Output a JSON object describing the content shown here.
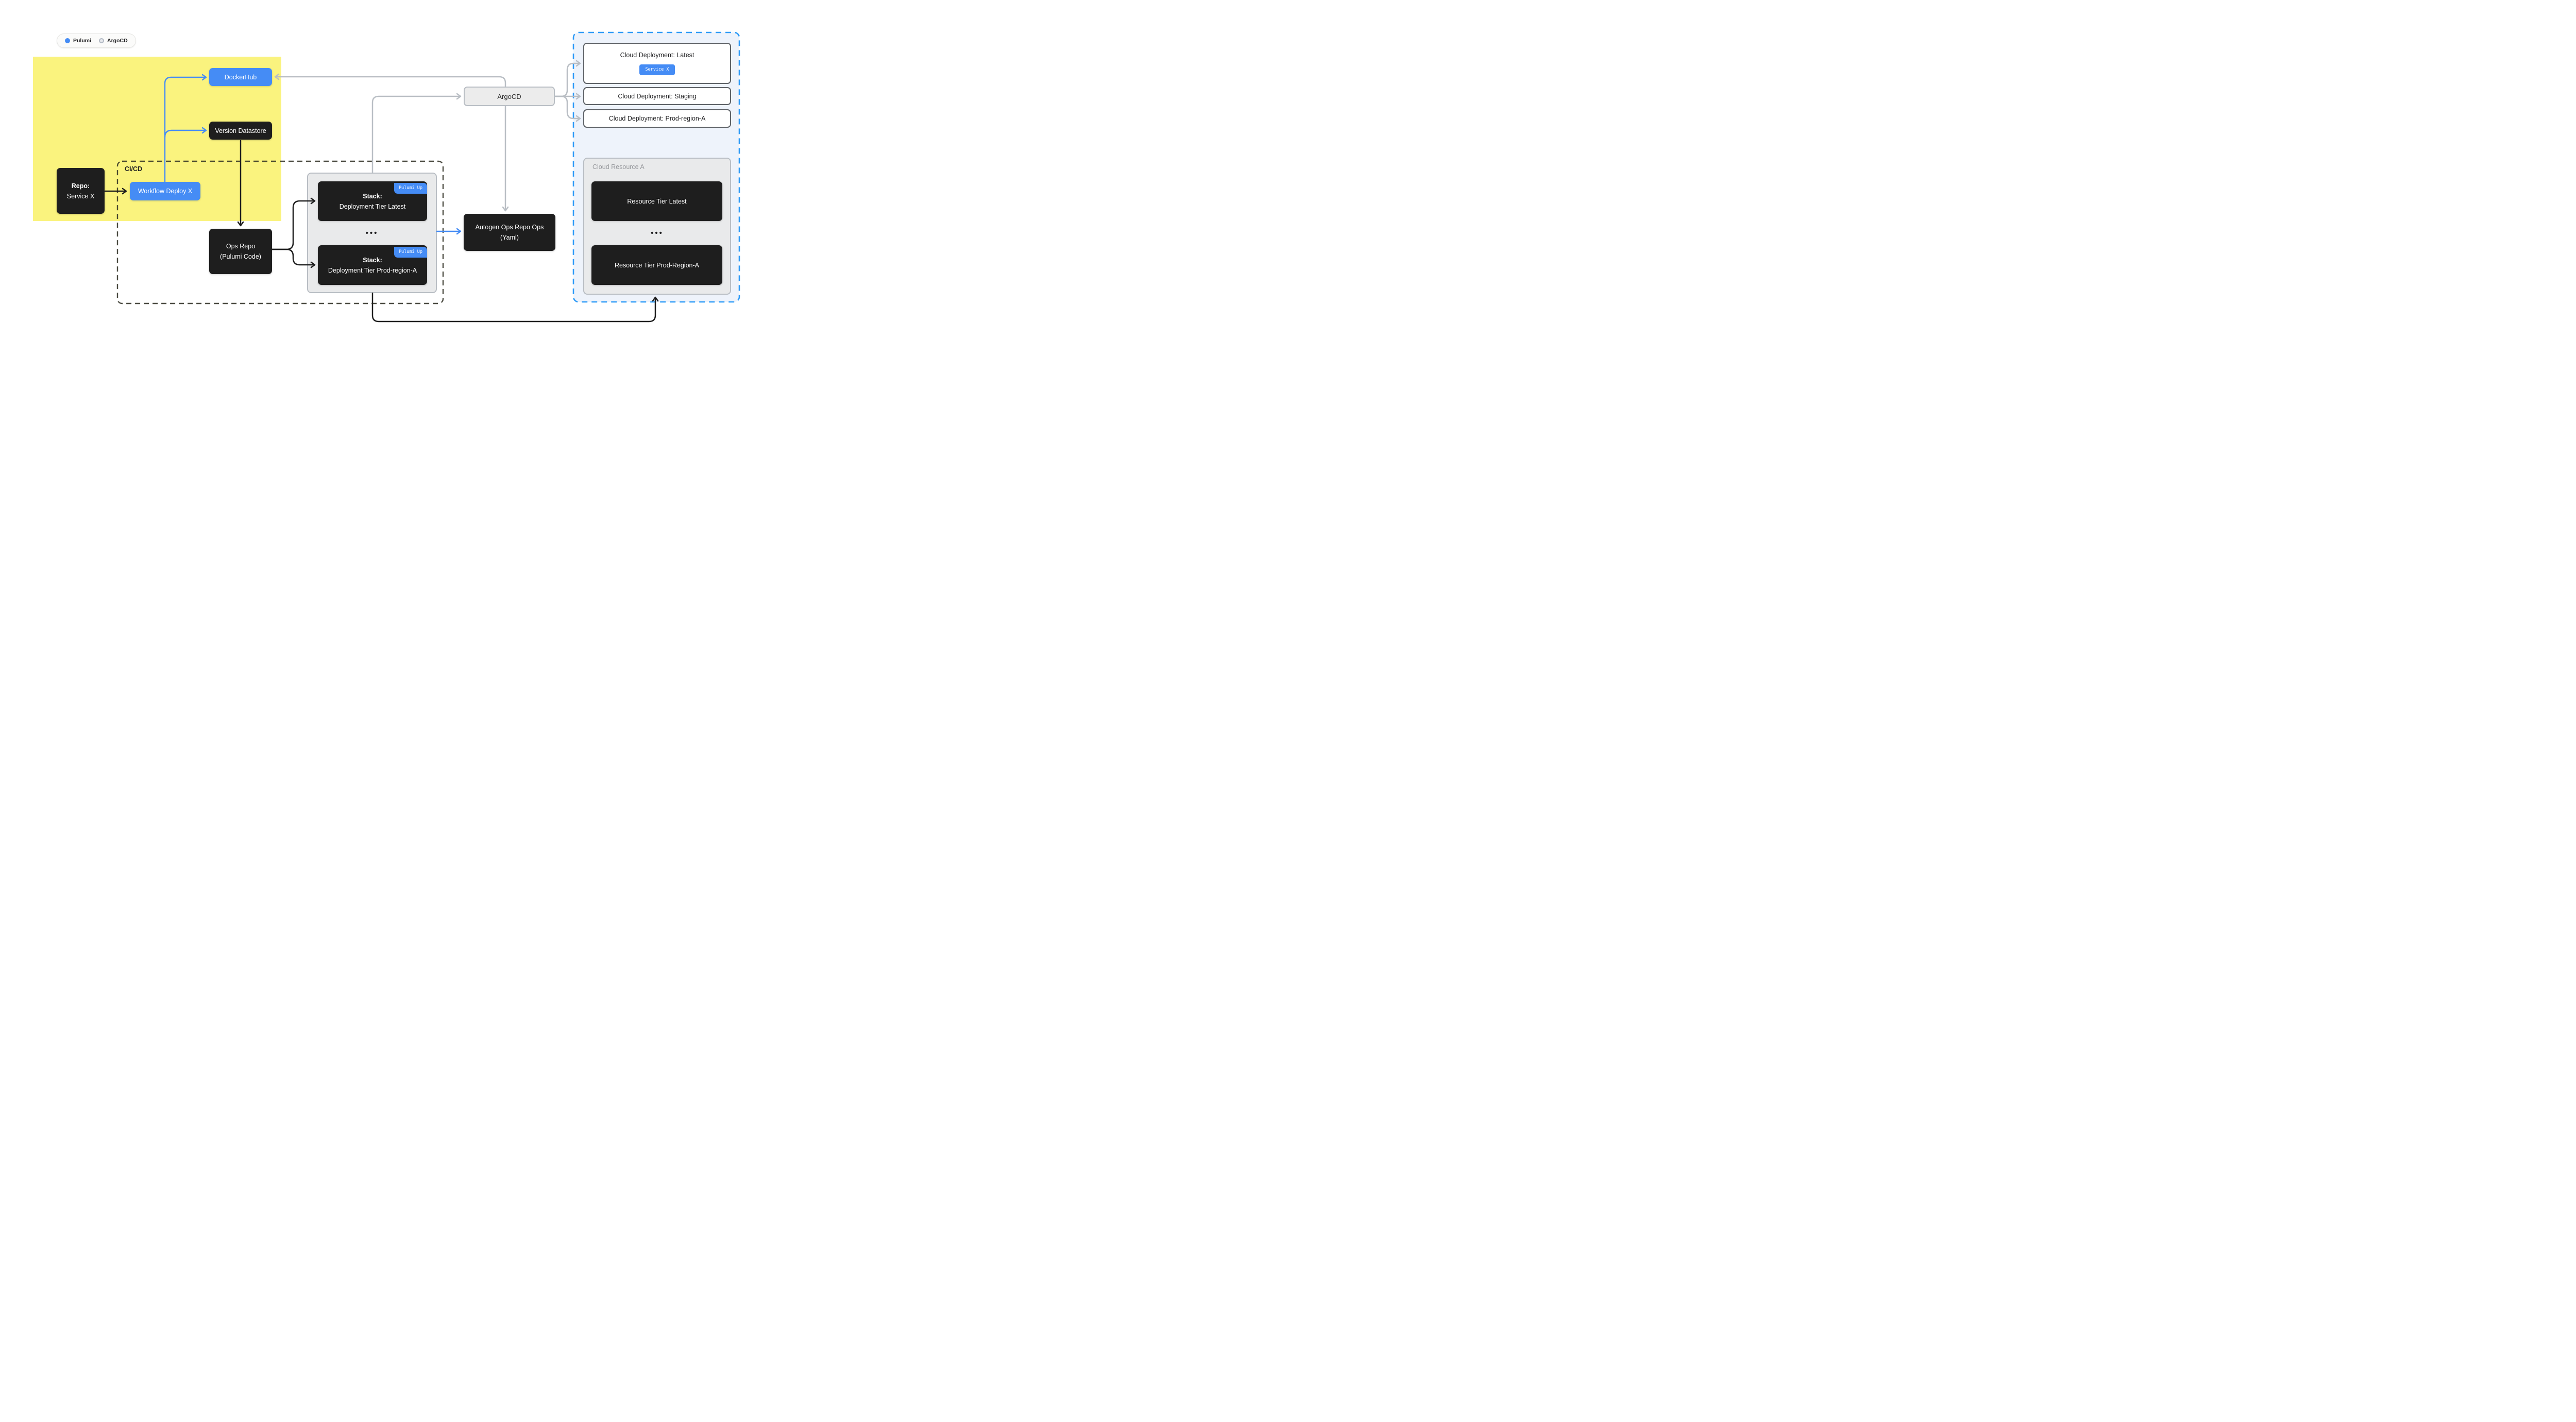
{
  "legend": {
    "options": [
      {
        "label": "Pulumi",
        "selected": true
      },
      {
        "label": "ArgoCD",
        "selected": false
      }
    ]
  },
  "regions": {
    "cicd_label": "CI/CD",
    "cloud_resource_label": "Cloud Resource A"
  },
  "nodes": {
    "repo": {
      "title": "Repo:",
      "subtitle": "Service X"
    },
    "workflow": {
      "label": "Workflow Deploy X"
    },
    "dockerhub": {
      "label": "DockerHub"
    },
    "version_datastore": {
      "label": "Version Datastore"
    },
    "ops_repo": {
      "line1": "Ops Repo",
      "line2": "(Pulumi Code)"
    },
    "stack_latest": {
      "title": "Stack:",
      "subtitle": "Deployment Tier Latest",
      "badge": "Pulumi Up"
    },
    "stack_prod": {
      "title": "Stack:",
      "subtitle": "Deployment Tier Prod-region-A",
      "badge": "Pulumi Up"
    },
    "autogen": {
      "line1": "Autogen Ops Repo Ops",
      "line2": "(Yaml)"
    },
    "argocd": {
      "label": "ArgoCD"
    },
    "cloud_latest": {
      "label": "Cloud Deployment: Latest",
      "badge": "Service X"
    },
    "cloud_staging": {
      "label": "Cloud Deployment: Staging"
    },
    "cloud_prod": {
      "label": "Cloud Deployment: Prod-region-A"
    },
    "resource_latest": {
      "label": "Resource Tier Latest"
    },
    "resource_prod": {
      "label": "Resource Tier Prod-Region-A"
    }
  },
  "ellipsis": "•••",
  "colors": {
    "accent_blue": "#458CF5",
    "node_dark": "#1E1E1E",
    "highlight_yellow": "#FAF37E",
    "panel_border_blue": "#2E9BF7",
    "panel_bg_blue": "#EEF3FB",
    "container_gray": "#E9EAEB",
    "wire_gray": "#B9BEC4",
    "outline_gray": "#5F6368"
  }
}
